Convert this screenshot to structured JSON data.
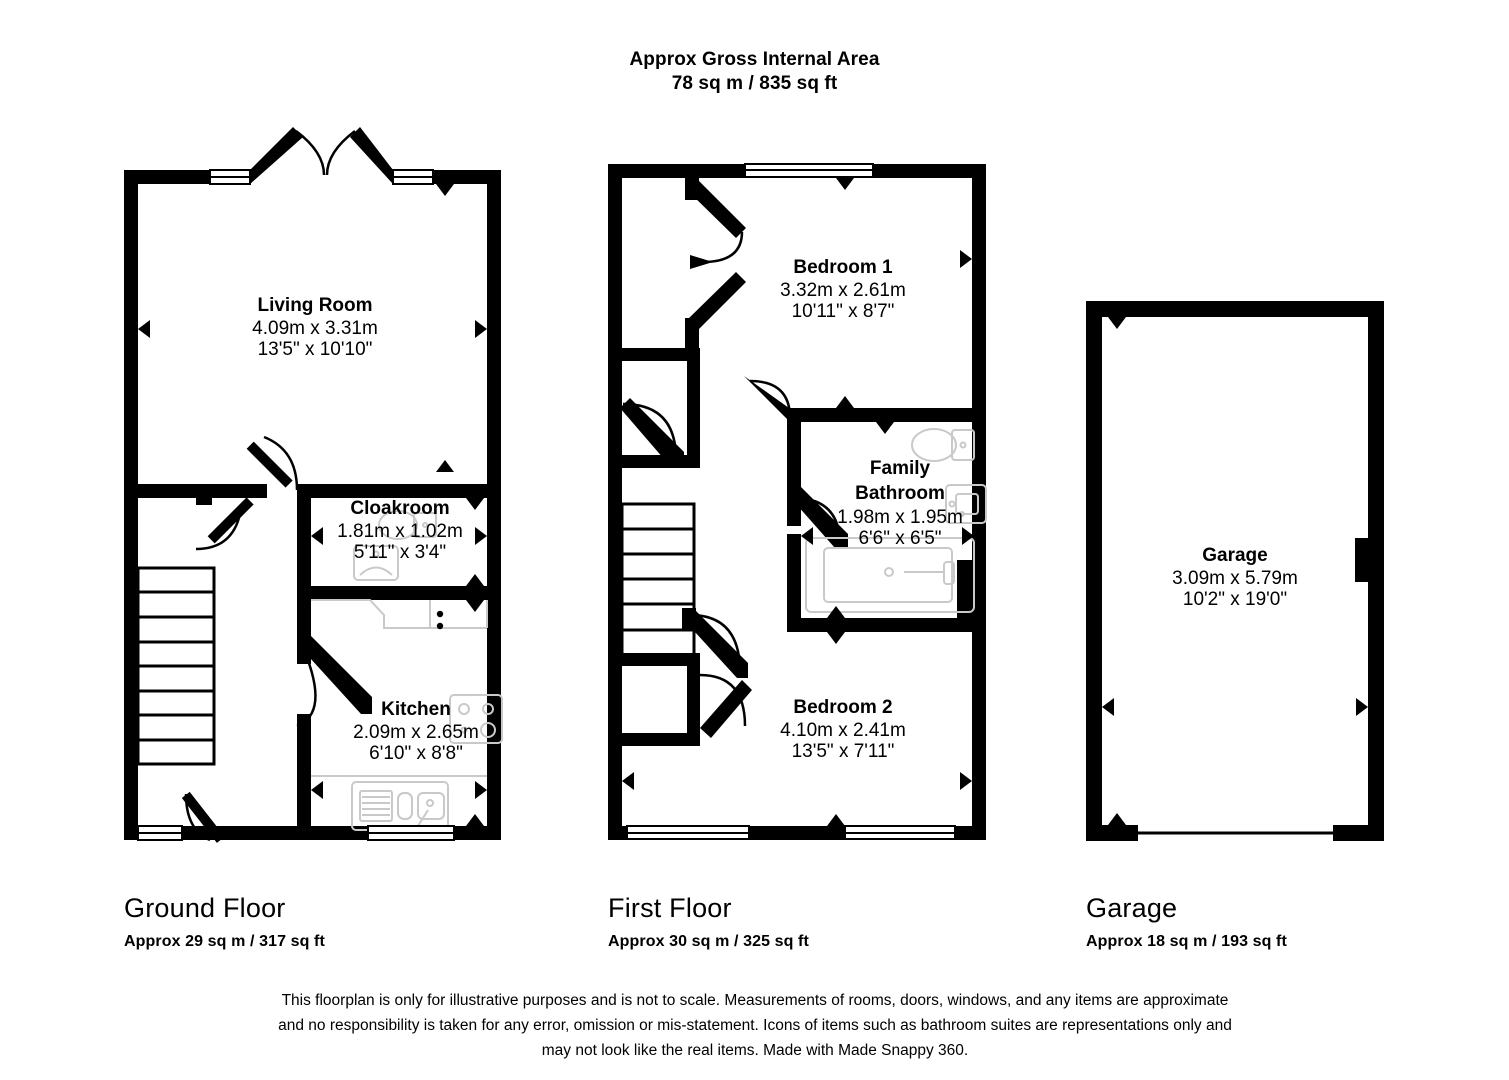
{
  "header": {
    "title_line1": "Approx Gross Internal Area",
    "title_line2": "78 sq m / 835 sq ft"
  },
  "floors": [
    {
      "key": "ground",
      "caption_title": "Ground Floor",
      "caption_sub": "Approx 29 sq m / 317 sq ft",
      "rooms": [
        {
          "name": "Living Room",
          "dim_metric": "4.09m x 3.31m",
          "dim_imperial": "13'5\" x 10'10\""
        },
        {
          "name": "Cloakroom",
          "dim_metric": "1.81m x 1.02m",
          "dim_imperial": "5'11\" x 3'4\""
        },
        {
          "name": "Kitchen",
          "dim_metric": "2.09m x 2.65m",
          "dim_imperial": "6'10\" x 8'8\""
        }
      ]
    },
    {
      "key": "first",
      "caption_title": "First Floor",
      "caption_sub": "Approx 30 sq m / 325 sq ft",
      "rooms": [
        {
          "name": "Bedroom 1",
          "dim_metric": "3.32m x 2.61m",
          "dim_imperial": "10'11\" x 8'7\""
        },
        {
          "name_line1": "Family",
          "name_line2": "Bathroom",
          "dim_metric": "1.98m x 1.95m",
          "dim_imperial": "6'6\" x 6'5\""
        },
        {
          "name": "Bedroom 2",
          "dim_metric": "4.10m x 2.41m",
          "dim_imperial": "13'5\" x 7'11\""
        }
      ]
    },
    {
      "key": "garage",
      "caption_title": "Garage",
      "caption_sub": "Approx 18 sq m / 193 sq ft",
      "rooms": [
        {
          "name": "Garage",
          "dim_metric": "3.09m x 5.79m",
          "dim_imperial": "10'2\" x 19'0\""
        }
      ]
    }
  ],
  "disclaimer": {
    "line1": "This floorplan is only for illustrative purposes and is not to scale. Measurements of rooms, doors, windows, and any items are approximate",
    "line2": "and no responsibility is taken for any error, omission or mis-statement. Icons of items such as bathroom suites are representations only and",
    "line3": "may not look like the real items. Made with Made Snappy 360."
  },
  "colors": {
    "wall": "#000000",
    "background": "#ffffff",
    "fixture_outline": "#c9c9c9",
    "text": "#000000"
  },
  "icons": {
    "dimension_arrow": "triangle-arrow",
    "wc": "toilet-icon",
    "basin": "wash-basin-icon",
    "bath": "bathtub-icon",
    "sink": "kitchen-sink-icon",
    "hob": "cooker-hob-icon",
    "stairs": "staircase-icon",
    "door_swing": "door-swing-icon",
    "window": "window-icon"
  }
}
